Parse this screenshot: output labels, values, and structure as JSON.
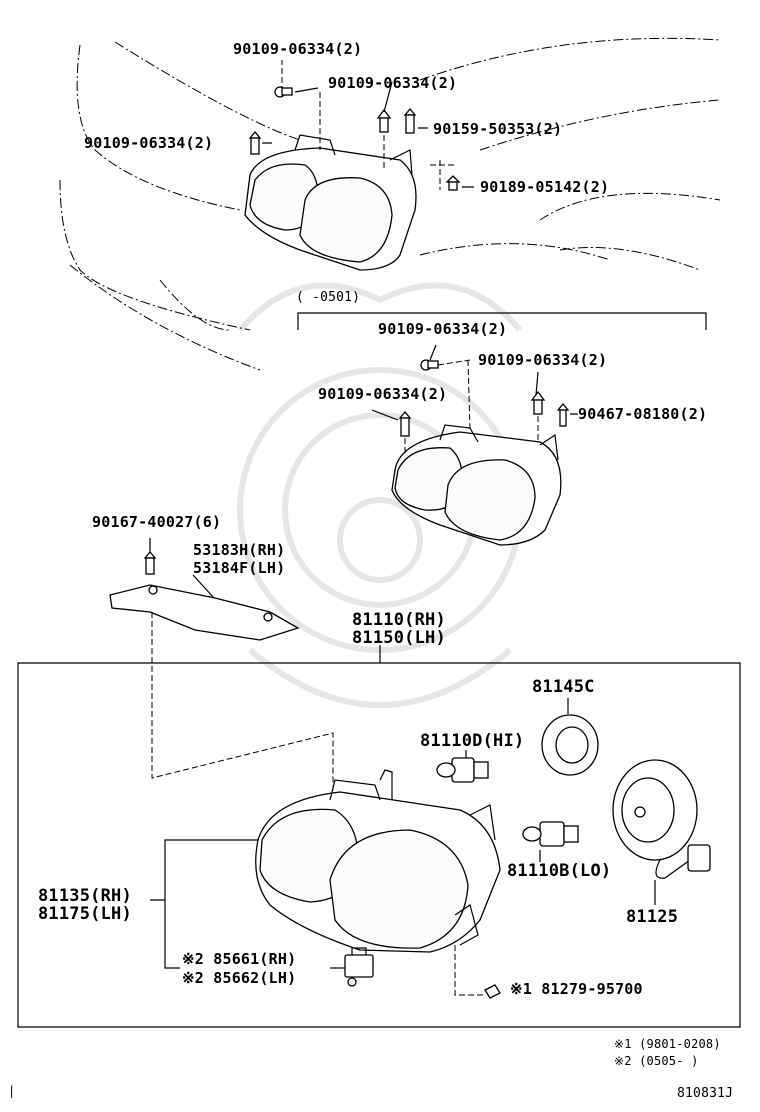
{
  "top_group": {
    "labels": [
      "90109-06334(2)",
      "90109-06334(2)",
      "90159-50353(2)",
      "90109-06334(2)",
      "90189-05142(2)"
    ]
  },
  "mid_group": {
    "range_label": "(      -0501)",
    "labels": [
      "90109-06334(2)",
      "90109-06334(2)",
      "90109-06334(2)",
      "90467-08180(2)"
    ]
  },
  "bracket": {
    "bolt_label": "90167-40027(6)",
    "rh_label": "53183H(RH)",
    "lh_label": "53184F(LH)"
  },
  "assembly": {
    "rh_label": "81110(RH)",
    "lh_label": "81150(LH)",
    "cap_label": "81145C",
    "bulb_hi_label": "81110D(HI)",
    "bulb_lo_label": "81110B(LO)",
    "leveler_label": "81125",
    "lens_rh_label": "81135(RH)",
    "lens_lh_label": "81175(LH)",
    "socket_rh_label": "※2 85661(RH)",
    "socket_lh_label": "※2 85662(LH)",
    "screw_label": "※1 81279-95700"
  },
  "footnotes": {
    "note1": "※1 (9801-0208)",
    "note2": "※2 (0505-      )"
  },
  "diagram_id": "810831J",
  "margin_mark": "|"
}
